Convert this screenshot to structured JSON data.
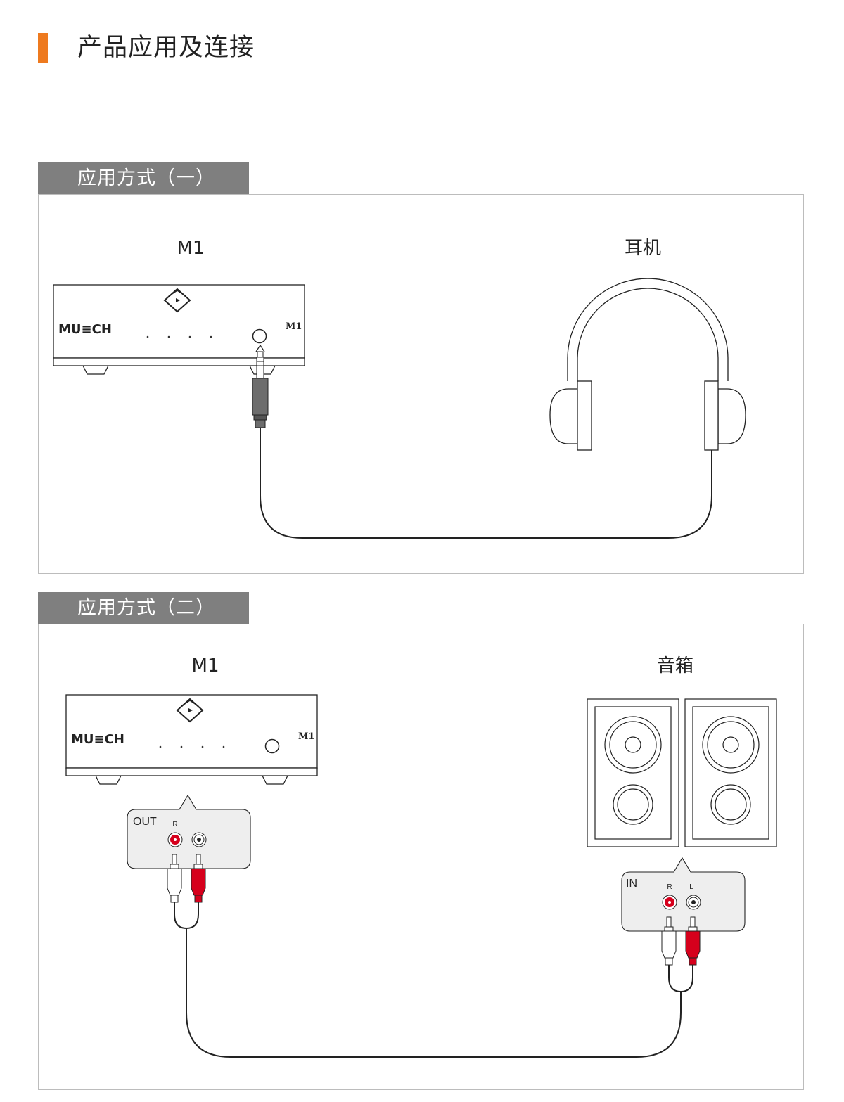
{
  "header": {
    "title": "产品应用及连接",
    "accent_color": "#ee7a1f"
  },
  "section1": {
    "tab_label": "应用方式（一）",
    "device_label": "M1",
    "target_label": "耳机",
    "device": {
      "brand": "MU≡CH",
      "model": "M1"
    }
  },
  "section2": {
    "tab_label": "应用方式（二）",
    "device_label": "M1",
    "target_label": "音箱",
    "device": {
      "brand": "MU≡CH",
      "model": "M1"
    },
    "out_panel": {
      "title": "OUT",
      "right": "R",
      "left": "L"
    },
    "in_panel": {
      "title": "IN",
      "right": "R",
      "left": "L"
    }
  },
  "colors": {
    "tab_bg": "#7f7f7f",
    "frame": "#bcbcbc",
    "rca_red": "#d6001c",
    "jack_gray": "#6d6d6d"
  }
}
